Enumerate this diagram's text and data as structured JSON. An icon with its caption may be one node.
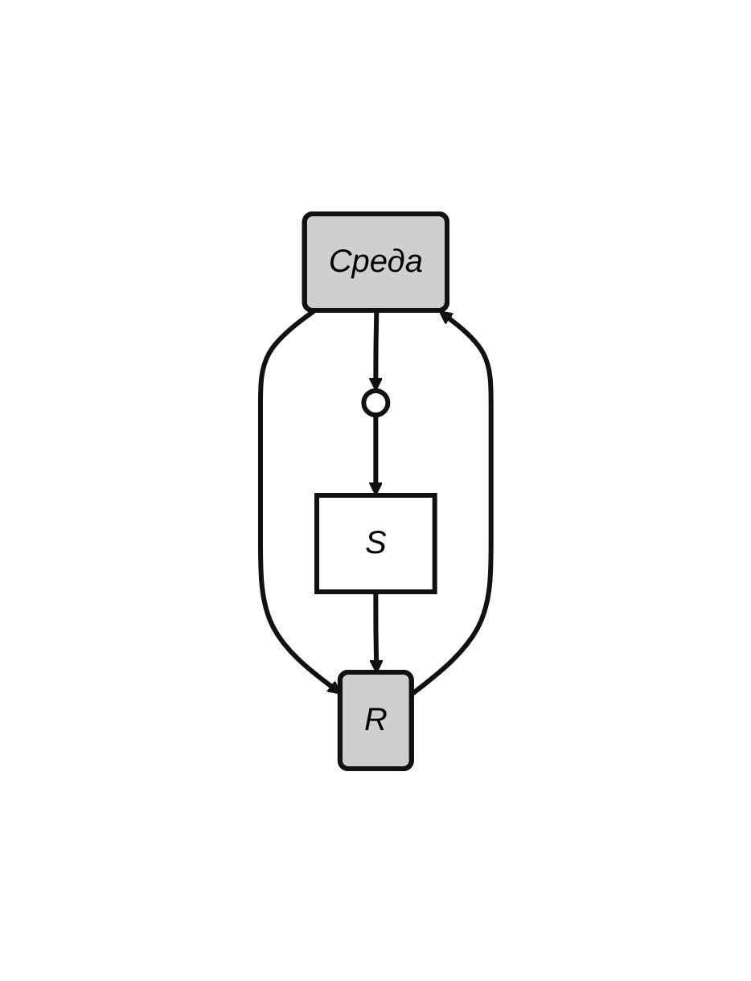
{
  "diagram": {
    "nodes": [
      {
        "text": [
          "Среда"
        ]
      },
      {
        "text": [
          "R"
        ]
      },
      {
        "text": [],
        "shape": "circle"
      },
      {
        "text": [
          "S"
        ]
      }
    ],
    "edges": [
      {
        "from": 1,
        "to": 0,
        "arrow": "to"
      },
      {
        "from": 0,
        "to": 1,
        "arrow": "to"
      },
      {
        "from": 0,
        "to": 2,
        "arrow": "to"
      },
      {
        "from": 2,
        "to": 3,
        "arrow": "to"
      },
      {
        "from": 3,
        "to": 1,
        "arrow": "to"
      }
    ]
  }
}
